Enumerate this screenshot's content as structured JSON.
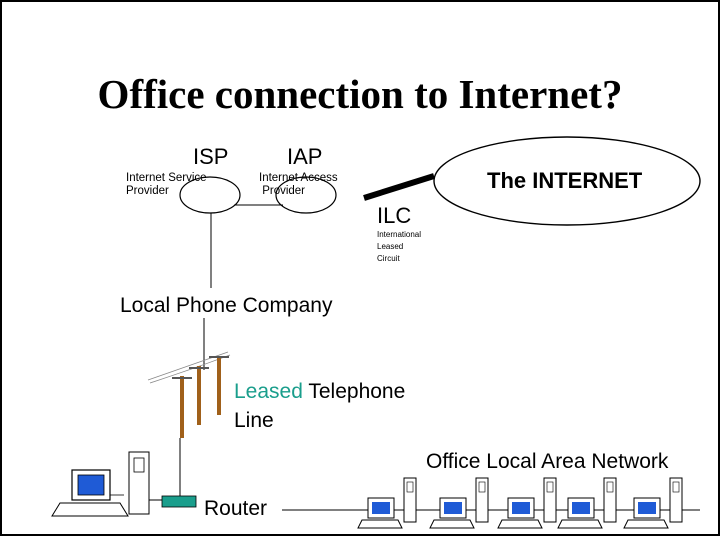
{
  "title": "Office connection to Internet?",
  "isp": {
    "abbr": "ISP",
    "full": "Internet Service\nProvider"
  },
  "iap": {
    "abbr": "IAP",
    "full": "Internet Access\n Provider"
  },
  "internet": "The INTERNET",
  "ilc": {
    "abbr": "ILC",
    "full": "International\nLeased\nCircuit"
  },
  "local_phone": "Local Phone Company",
  "leased_line": {
    "word1": "Leased",
    "rest1": " Telephone",
    "line2": "Line"
  },
  "office_lan": "Office Local Area Network",
  "router": "Router",
  "colors": {
    "leased": "#1a9e8c",
    "screen": "#1f5bd6",
    "router": "#1a9e8c",
    "pole": "#a0601a"
  }
}
